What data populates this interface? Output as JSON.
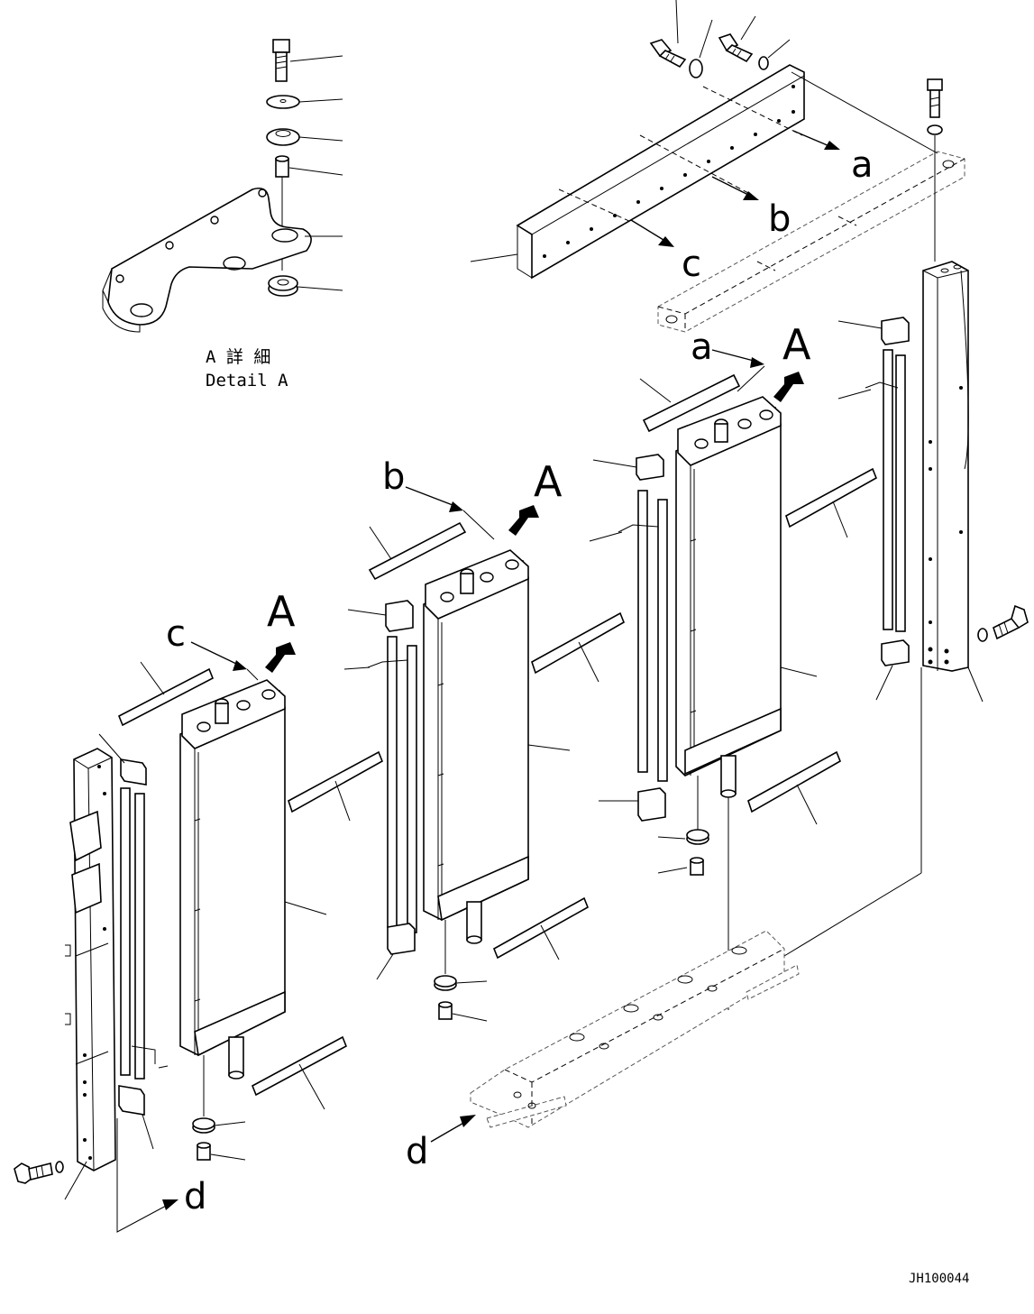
{
  "detail": {
    "title_jp": "A 詳 細",
    "title_en": "Detail A"
  },
  "callouts": {
    "a_top": "a",
    "b_top": "b",
    "c_top": "c",
    "a_core": "a",
    "b_core": "b",
    "c_core": "c",
    "d_right": "d",
    "d_left": "d",
    "view_a_right": "A",
    "view_a_mid": "A",
    "view_a_left": "A"
  },
  "drawing_number": "JH100044"
}
